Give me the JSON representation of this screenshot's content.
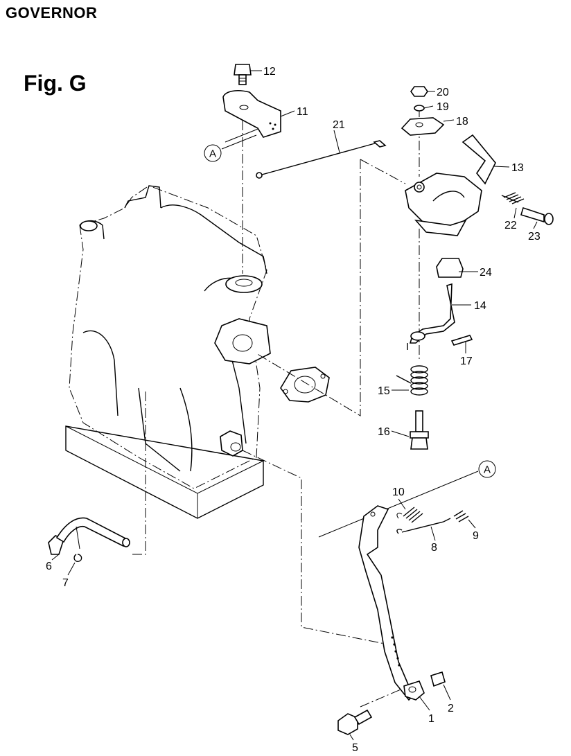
{
  "header": {
    "title": "GOVERNOR"
  },
  "figure": {
    "label": "Fig. G"
  },
  "callouts": [
    {
      "id": "12",
      "text": "12"
    },
    {
      "id": "11",
      "text": "11"
    },
    {
      "id": "A_top",
      "text": "A"
    },
    {
      "id": "21",
      "text": "21"
    },
    {
      "id": "20",
      "text": "20"
    },
    {
      "id": "19",
      "text": "19"
    },
    {
      "id": "18",
      "text": "18"
    },
    {
      "id": "13",
      "text": "13"
    },
    {
      "id": "22",
      "text": "22"
    },
    {
      "id": "23",
      "text": "23"
    },
    {
      "id": "24",
      "text": "24"
    },
    {
      "id": "14",
      "text": "14"
    },
    {
      "id": "17",
      "text": "17"
    },
    {
      "id": "15",
      "text": "15"
    },
    {
      "id": "16",
      "text": "16"
    },
    {
      "id": "A_bottom",
      "text": "A"
    },
    {
      "id": "10",
      "text": "10"
    },
    {
      "id": "9",
      "text": "9"
    },
    {
      "id": "8",
      "text": "8"
    },
    {
      "id": "6",
      "text": "6"
    },
    {
      "id": "7",
      "text": "7"
    },
    {
      "id": "2",
      "text": "2"
    },
    {
      "id": "1",
      "text": "1"
    },
    {
      "id": "5",
      "text": "5"
    }
  ]
}
